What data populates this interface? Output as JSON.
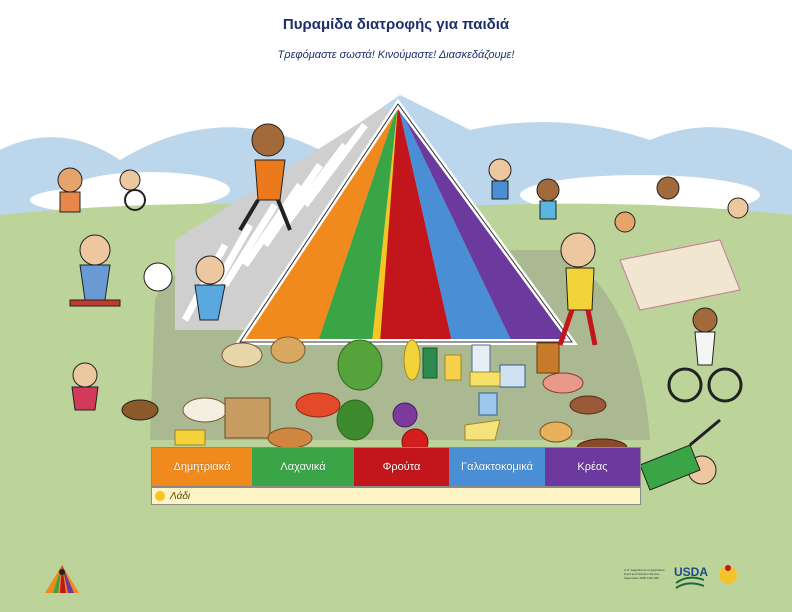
{
  "header": {
    "title": "Πυραμίδα διατροφής για παιδιά",
    "subtitle": "Τρεφόμαστε σωστά! Κινούμαστε! Διασκεδάζουμε!"
  },
  "food_groups": [
    {
      "label": "Δημητριακά",
      "color": "#f08a1c"
    },
    {
      "label": "Λαχανικά",
      "color": "#3aa546"
    },
    {
      "label": "Φρούτα",
      "color": "#c2161c"
    },
    {
      "label": "Γαλακτοκομικά",
      "color": "#4a8fd6"
    },
    {
      "label": "Κρέας",
      "color": "#6c3a9e"
    }
  ],
  "oils": {
    "label": "Λάδι",
    "color": "#f3c623"
  },
  "footer": {
    "usda_label": "USDA",
    "usda_caption": "U.S. Department of Agriculture Food and Nutrition Service September 2005 FNS-381"
  },
  "colors": {
    "sky": "#bcd6ec",
    "grass": "#bcd49a",
    "stairs": "#d8d8d8"
  }
}
